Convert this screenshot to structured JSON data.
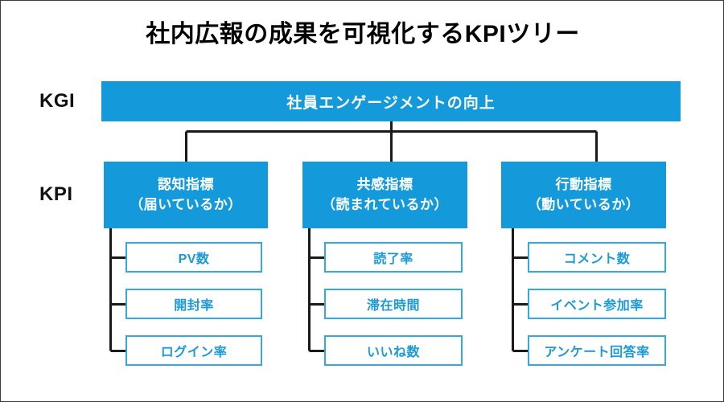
{
  "title": "社内広報の成果を可視化するKPIツリー",
  "row_labels": {
    "kgi": "KGI",
    "kpi": "KPI"
  },
  "colors": {
    "accent_blue": "#1499DB",
    "leaf_border": "#35A8E0",
    "leaf_text": "#1C9AD6",
    "connector": "#1a1a1a",
    "background": "#FFFFFF",
    "title_text": "#000000"
  },
  "kgi": {
    "label": "社員エンゲージメントの向上"
  },
  "kpi_branches": [
    {
      "title": "認知指標",
      "subtitle": "（届いているか）",
      "metrics": [
        "PV数",
        "開封率",
        "ログイン率"
      ]
    },
    {
      "title": "共感指標",
      "subtitle": "（読まれているか）",
      "metrics": [
        "読了率",
        "滞在時間",
        "いいね数"
      ]
    },
    {
      "title": "行動指標",
      "subtitle": "（動いているか）",
      "metrics": [
        "コメント数",
        "イベント参加率",
        "アンケート回答率"
      ]
    }
  ]
}
